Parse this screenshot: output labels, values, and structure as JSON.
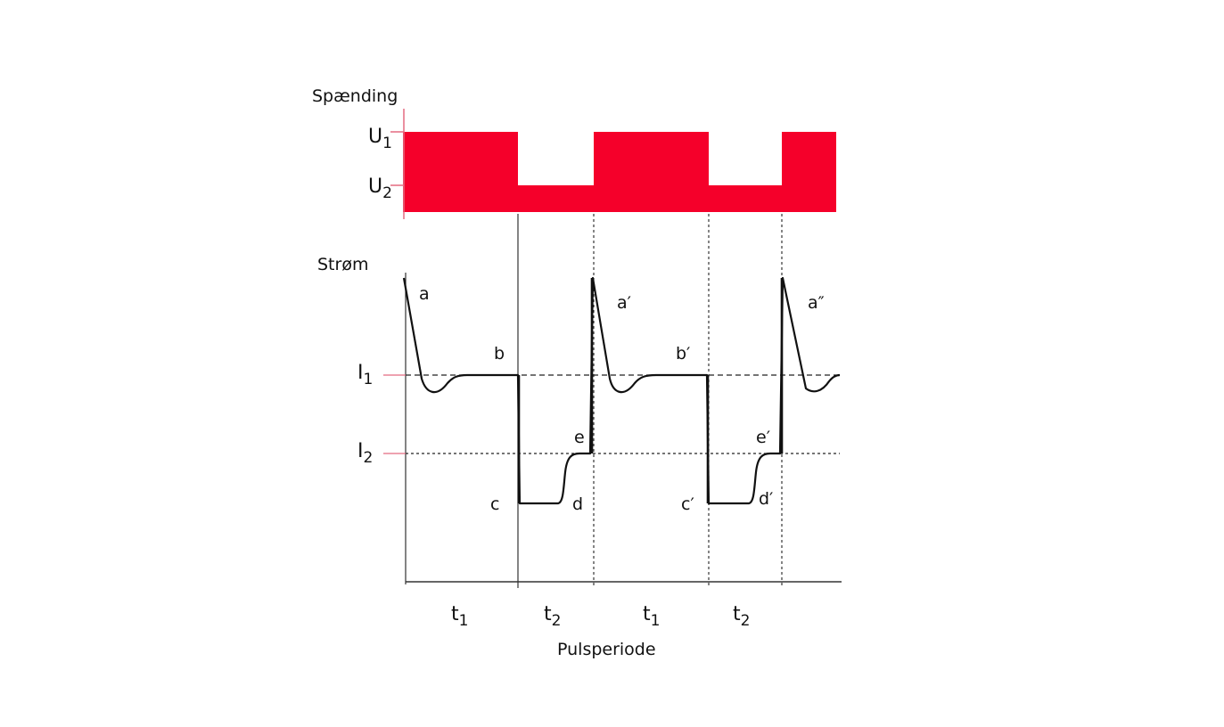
{
  "colors": {
    "voltage_fill": "#f5002a",
    "axis": "#333333",
    "curve": "#111111",
    "tick_pink": "#e46a80",
    "dashed": "#222222"
  },
  "voltage": {
    "axis_label": "Spænding",
    "u1_main": "U",
    "u1_sub": "1",
    "u2_main": "U",
    "u2_sub": "2"
  },
  "current": {
    "axis_label": "Strøm",
    "i1_main": "I",
    "i1_sub": "1",
    "i2_main": "I",
    "i2_sub": "2"
  },
  "points": {
    "a": "a",
    "b": "b",
    "c": "c",
    "d": "d",
    "e": "e",
    "a1": "a′",
    "b1": "b′",
    "c1": "c′",
    "d1": "d′",
    "e1": "e′",
    "a2": "a″"
  },
  "time": {
    "t_main": "t",
    "t1_sub": "1",
    "t2_sub": "2",
    "xlabel": "Pulsperiode"
  }
}
